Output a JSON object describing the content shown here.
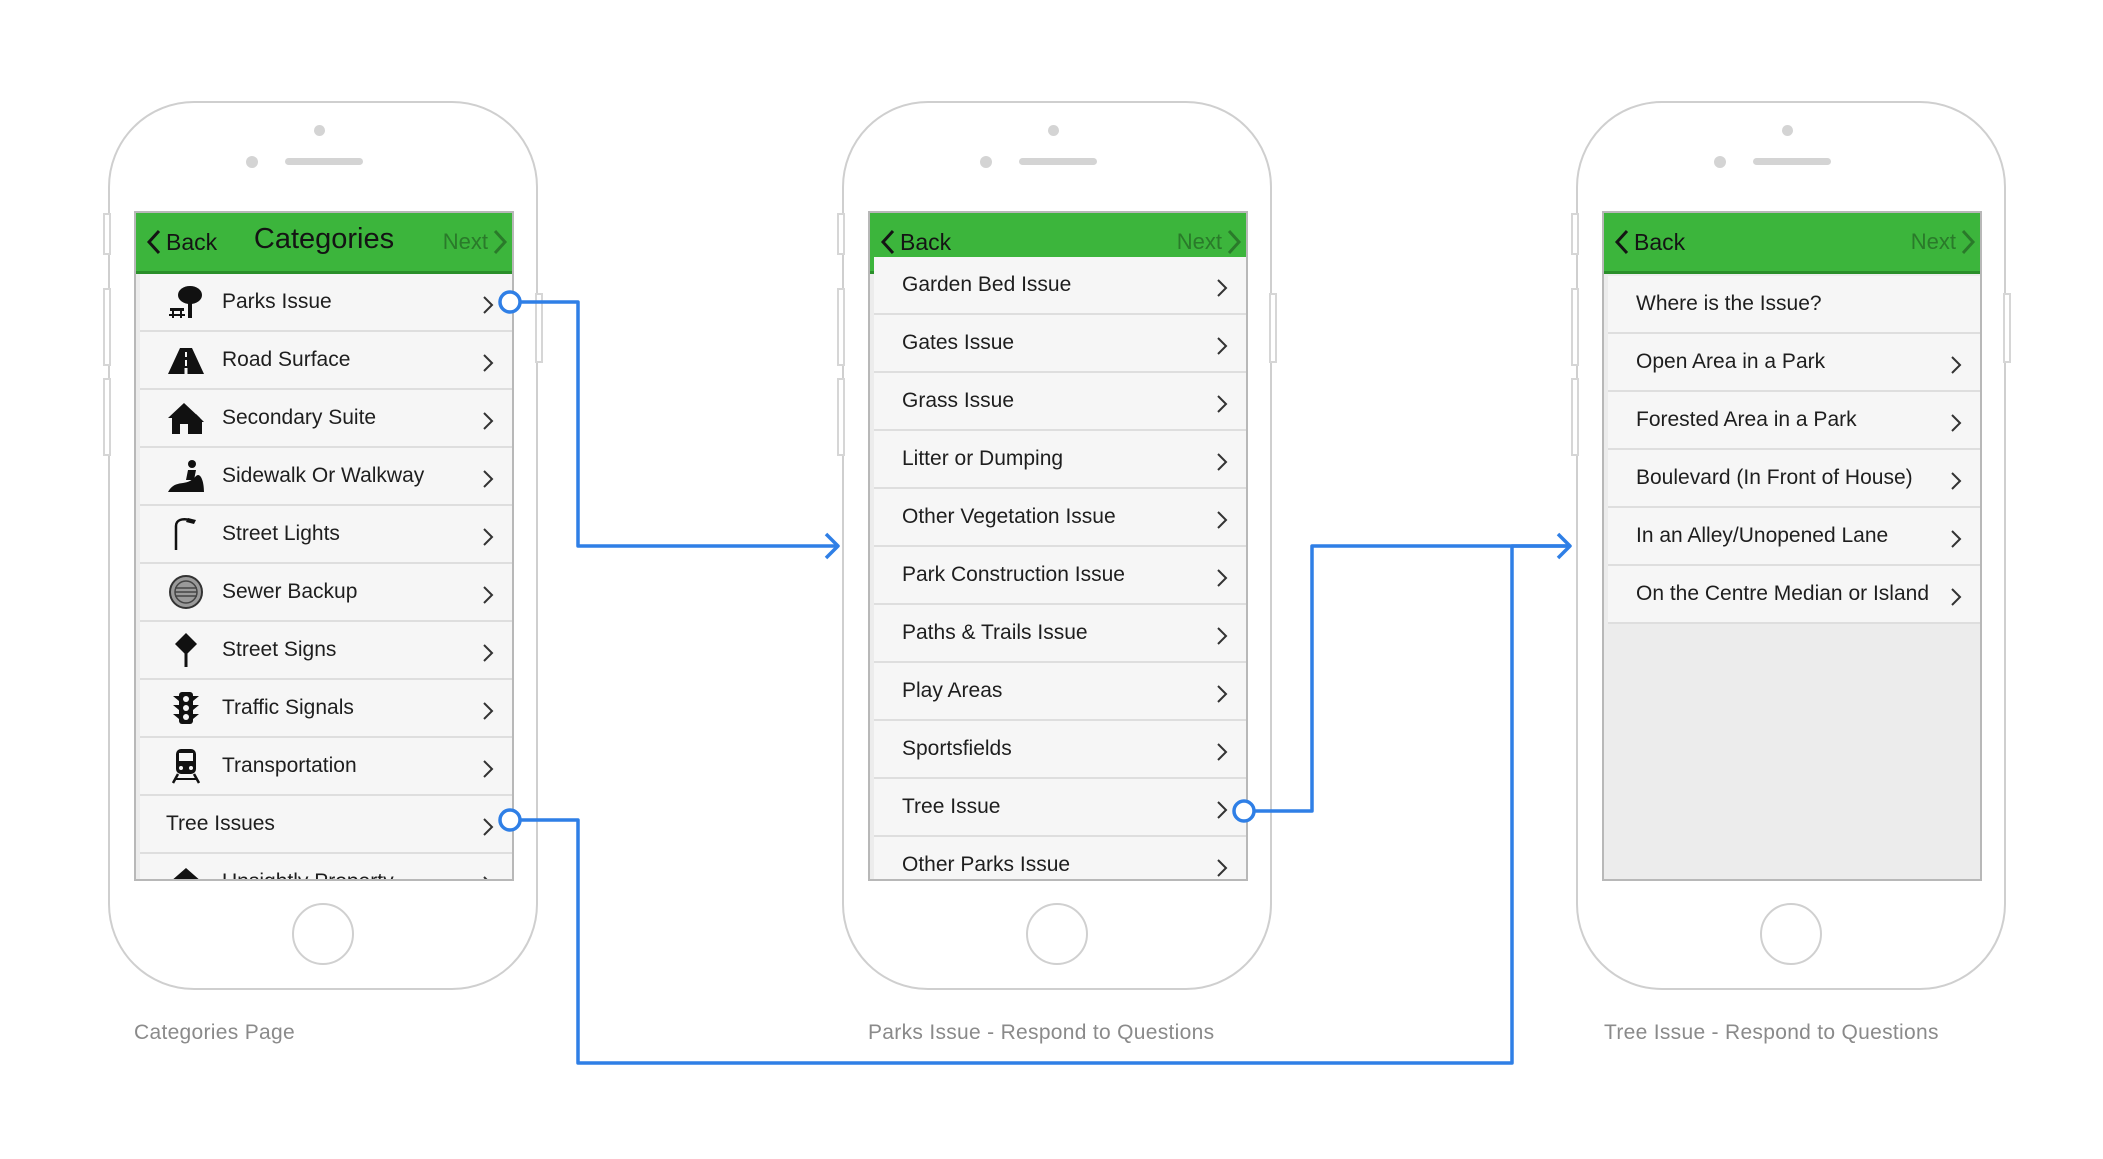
{
  "colors": {
    "navbar": "#3cb53c",
    "connector": "#2f7fe6"
  },
  "screens": [
    {
      "back_label": "Back",
      "title": "Categories",
      "next_label": "Next",
      "caption": "Categories Page",
      "items": [
        {
          "label": "Parks Issue",
          "icon": "park-tree-icon"
        },
        {
          "label": "Road Surface",
          "icon": "road-icon"
        },
        {
          "label": "Secondary Suite",
          "icon": "house-icon"
        },
        {
          "label": "Sidewalk Or Walkway",
          "icon": "walkway-icon"
        },
        {
          "label": "Street Lights",
          "icon": "street-light-icon"
        },
        {
          "label": "Sewer Backup",
          "icon": "sewer-grate-icon"
        },
        {
          "label": "Street Signs",
          "icon": "street-sign-icon"
        },
        {
          "label": "Traffic Signals",
          "icon": "traffic-light-icon"
        },
        {
          "label": "Transportation",
          "icon": "train-icon"
        },
        {
          "label": "Tree Issues",
          "icon": ""
        },
        {
          "label": "Unsightly Property",
          "icon": "property-icon"
        }
      ]
    },
    {
      "back_label": "Back",
      "title": "",
      "next_label": "Next",
      "caption": "Parks Issue - Respond to Questions",
      "items": [
        {
          "label": "Garden Bed Issue"
        },
        {
          "label": "Gates Issue"
        },
        {
          "label": "Grass Issue"
        },
        {
          "label": "Litter or Dumping"
        },
        {
          "label": "Other Vegetation Issue"
        },
        {
          "label": "Park Construction Issue"
        },
        {
          "label": "Paths & Trails Issue"
        },
        {
          "label": "Play Areas"
        },
        {
          "label": "Sportsfields"
        },
        {
          "label": "Tree Issue"
        },
        {
          "label": "Other Parks Issue"
        }
      ]
    },
    {
      "back_label": "Back",
      "title": "",
      "next_label": "Next",
      "caption": "Tree Issue - Respond to Questions",
      "question": "Where is the Issue?",
      "items": [
        {
          "label": "Open Area in a Park"
        },
        {
          "label": "Forested Area in a Park"
        },
        {
          "label": "Boulevard (In Front of House)"
        },
        {
          "label": "In an Alley/Unopened Lane"
        },
        {
          "label": "On the Centre Median or Island"
        }
      ]
    }
  ]
}
